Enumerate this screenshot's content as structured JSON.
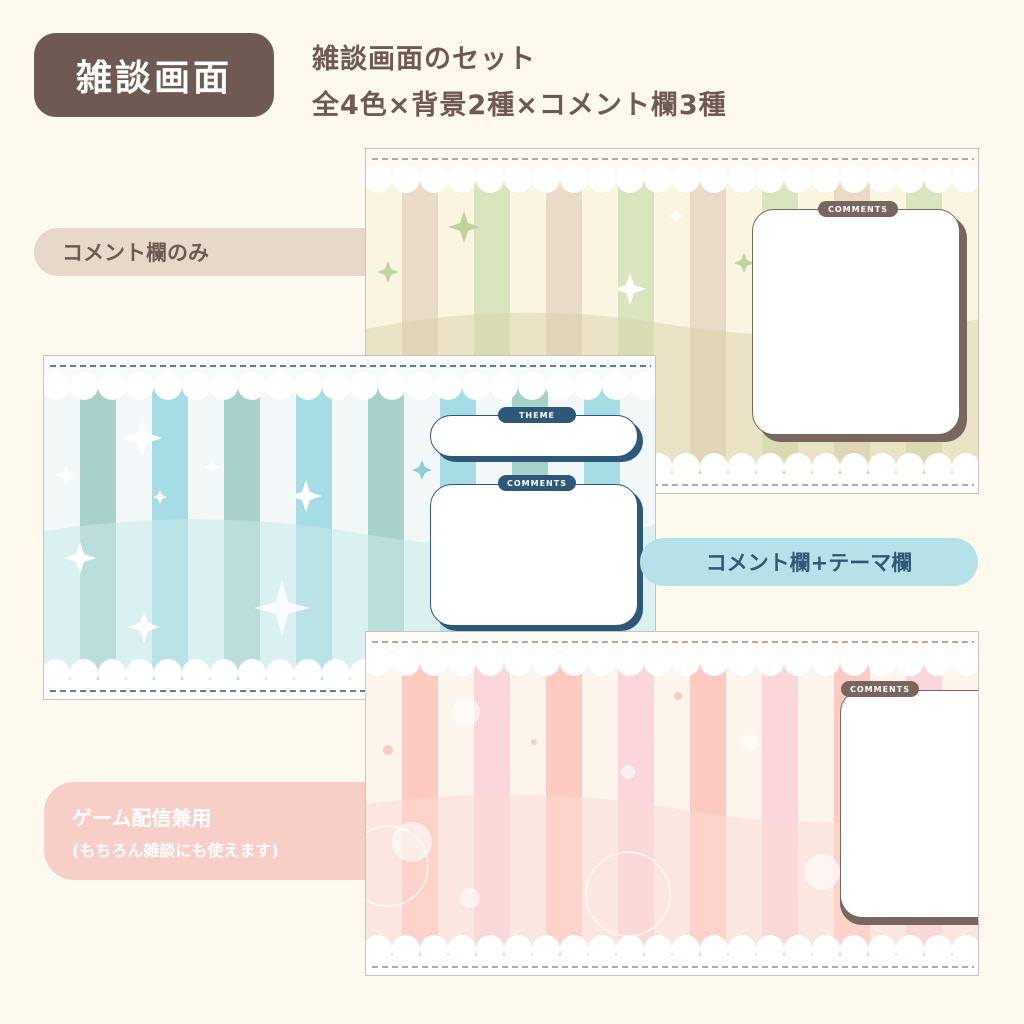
{
  "header": {
    "title": "雑談画面",
    "line1": "雑談画面のセット",
    "line2": "全4色×背景2種×コメント欄3種"
  },
  "labels": {
    "comment_only": "コメント欄のみ",
    "comment_theme": "コメント欄+テーマ欄",
    "game_line1": "ゲーム配信兼用",
    "game_line2": "(もちろん雑談にも使えます)"
  },
  "panels": {
    "green": {
      "comments_tag": "COMMENTS",
      "accent": "#7a6660"
    },
    "blue": {
      "theme_tag": "THEME",
      "comments_tag": "COMMENTS",
      "accent": "#2e5878"
    },
    "pink": {
      "comments_tag": "COMMENTS",
      "accent": "#7a6660"
    }
  },
  "colors": {
    "background": "#fdf9ef",
    "brown": "#6e5a52",
    "brown_pill": "#e6d9ca",
    "blue_pill": "#b5e1e8",
    "pink_pill": "#f8cfc8"
  }
}
